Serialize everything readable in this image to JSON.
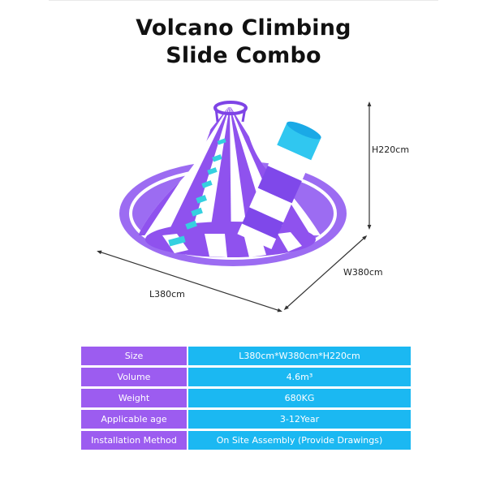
{
  "title_lines": [
    "Volcano Climbing",
    "Slide Combo"
  ],
  "dimensions": {
    "height": "H220cm",
    "width": "W380cm",
    "length": "L380cm"
  },
  "specs": [
    {
      "label": "Size",
      "value": "L380cm*W380cm*H220cm"
    },
    {
      "label": "Volume",
      "value": "4.6m³"
    },
    {
      "label": "Weight",
      "value": "680KG"
    },
    {
      "label": "Applicable age",
      "value": "3-12Year"
    },
    {
      "label": "Installation Method",
      "value": "On Site Assembly (Provide Drawings)"
    }
  ],
  "colors": {
    "purple": "#9c5cf0",
    "cyan": "#1bb8f2",
    "white": "#ffffff"
  }
}
